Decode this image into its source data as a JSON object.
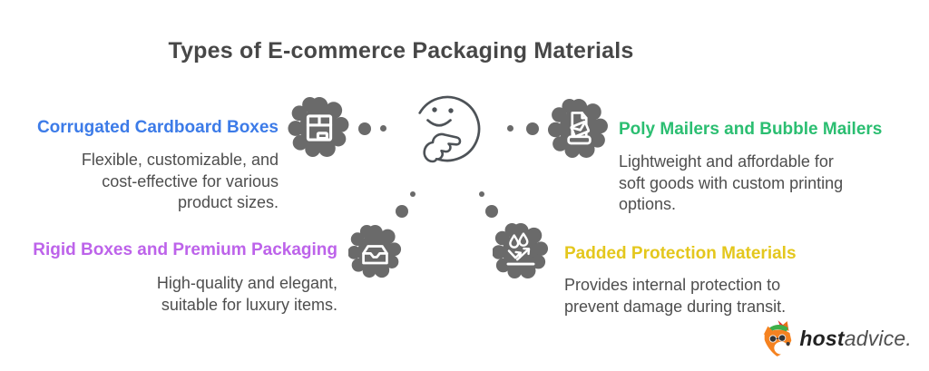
{
  "title": "Types of E-commerce Packaging Materials",
  "items": [
    {
      "heading": "Corrugated Cardboard Boxes",
      "description": "Flexible, customizable, and cost-effective for various product sizes.",
      "heading_color": "#3c7be8",
      "icon": "cardboard-box-icon"
    },
    {
      "heading": "Poly Mailers and Bubble Mailers",
      "description": "Lightweight and affordable for soft goods with custom printing options.",
      "heading_color": "#2bbe71",
      "icon": "poly-mailer-icon"
    },
    {
      "heading": "Rigid Boxes and Premium Packaging",
      "description": "High-quality and elegant, suitable for luxury items.",
      "heading_color": "#bd63ea",
      "icon": "rigid-box-drawer-icon"
    },
    {
      "heading": "Padded Protection Materials",
      "description": "Provides internal protection to prevent damage during transit.",
      "heading_color": "#e4c71d",
      "icon": "padded-protection-icon"
    }
  ],
  "center": {
    "icon": "thinking-face-icon"
  },
  "logo": {
    "brand_bold": "host",
    "brand_light": "advice."
  },
  "colors": {
    "title_text": "#474747",
    "body_text": "#4e4e4e",
    "cloud_gray": "#6a6a6a",
    "face_stroke": "#4d5257"
  }
}
